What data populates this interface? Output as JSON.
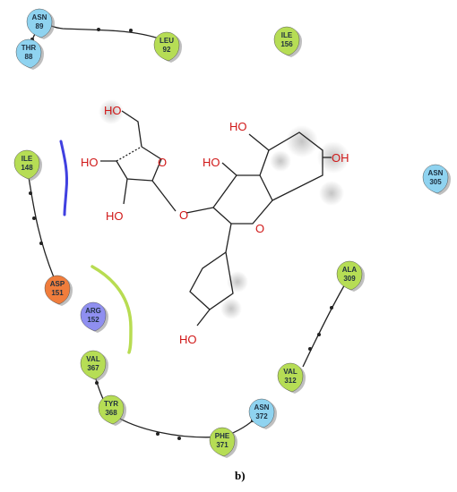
{
  "residues": [
    {
      "id": "asn89",
      "name": "ASN",
      "num": "89",
      "type": "polar"
    },
    {
      "id": "thr88",
      "name": "THR",
      "num": "88",
      "type": "polar"
    },
    {
      "id": "leu92",
      "name": "LEU",
      "num": "92",
      "type": "hydrophobic"
    },
    {
      "id": "ile156",
      "name": "ILE",
      "num": "156",
      "type": "hydrophobic"
    },
    {
      "id": "ile148",
      "name": "ILE",
      "num": "148",
      "type": "hydrophobic"
    },
    {
      "id": "asn305",
      "name": "ASN",
      "num": "305",
      "type": "polar"
    },
    {
      "id": "asp151",
      "name": "ASP",
      "num": "151",
      "type": "negative"
    },
    {
      "id": "arg152",
      "name": "ARG",
      "num": "152",
      "type": "positive"
    },
    {
      "id": "ala309",
      "name": "ALA",
      "num": "309",
      "type": "hydrophobic"
    },
    {
      "id": "val367",
      "name": "VAL",
      "num": "367",
      "type": "hydrophobic"
    },
    {
      "id": "val312",
      "name": "VAL",
      "num": "312",
      "type": "hydrophobic"
    },
    {
      "id": "tyr368",
      "name": "TYR",
      "num": "368",
      "type": "hydrophobic"
    },
    {
      "id": "asn372",
      "name": "ASN",
      "num": "372",
      "type": "polar"
    },
    {
      "id": "phe371",
      "name": "PHE",
      "num": "371",
      "type": "hydrophobic"
    }
  ],
  "residue_colors": {
    "polar": "#8fd3f0",
    "hydrophobic": "#b6dd55",
    "negative": "#f07d3c",
    "positive": "#8f8ff0"
  },
  "ligand_labels": {
    "ho_ch2": "HO",
    "ho_sugar_left": "HO",
    "ho_sugar_bottom": "HO",
    "ho_top": "HO",
    "ho_mid": "HO",
    "oh_right": "OH",
    "o_ring_sugar": "O",
    "o_glycosidic": "O",
    "o_ring_pyran": "O",
    "ho_bottom": "HO"
  },
  "caption": "b)"
}
